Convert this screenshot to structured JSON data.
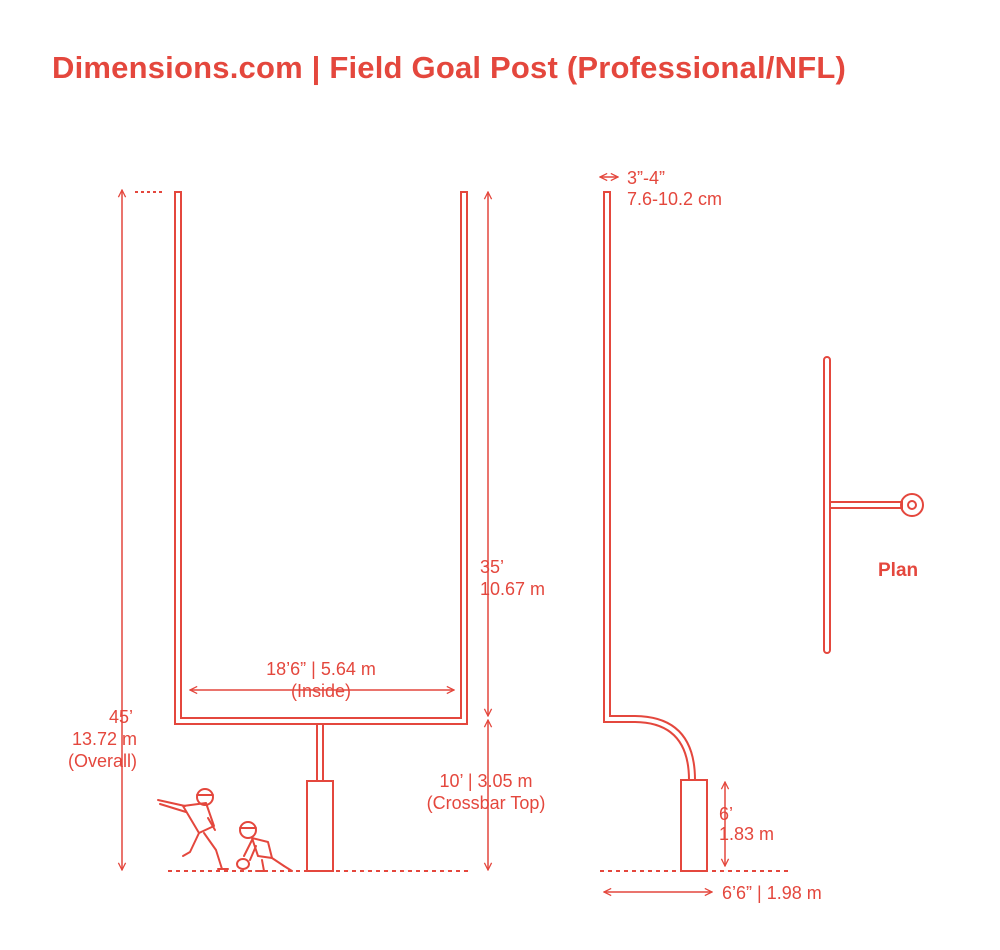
{
  "title": "Dimensions.com | Field Goal Post (Professional/NFL)",
  "colors": {
    "accent": "#e4473d",
    "background": "#ffffff"
  },
  "front_view": {
    "upright_height": {
      "imperial": "35’",
      "metric": "10.67 m"
    },
    "inside_width": {
      "value": "18’6” | 5.64 m",
      "note": "(Inside)"
    },
    "crossbar_height": {
      "value": "10’ | 3.05 m",
      "note": "(Crossbar Top)"
    },
    "overall_height": {
      "imperial": "45’",
      "metric": "13.72 m",
      "note": "(Overall)"
    }
  },
  "side_view": {
    "upright_diameter": {
      "imperial": "3”-4”",
      "metric": "7.6-10.2 cm"
    },
    "pad_height": {
      "imperial": "6’",
      "metric": "1.83 m"
    },
    "offset": {
      "value": "6’6” | 1.98 m"
    }
  },
  "plan_view": {
    "label": "Plan"
  }
}
